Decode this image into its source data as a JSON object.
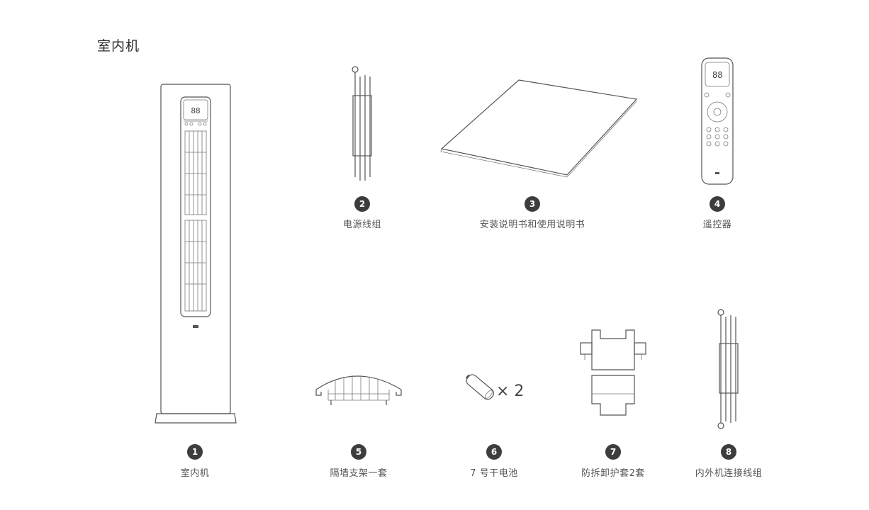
{
  "heading": "室内机",
  "items": [
    {
      "number": "1",
      "label": "室内机"
    },
    {
      "number": "2",
      "label": "电源线组"
    },
    {
      "number": "3",
      "label": "安装说明书和使用说明书"
    },
    {
      "number": "4",
      "label": "遥控器"
    },
    {
      "number": "5",
      "label": "隔墙支架一套"
    },
    {
      "number": "6",
      "label": "7 号干电池"
    },
    {
      "number": "7",
      "label": "防拆卸护套2套"
    },
    {
      "number": "8",
      "label": "内外机连接线组"
    }
  ],
  "battery_quantity": "× 2",
  "display_digits": "88",
  "icons": [
    "indoor-unit-icon",
    "power-cable-icon",
    "manual-icon",
    "remote-control-icon",
    "wall-bracket-icon",
    "battery-icon",
    "protective-sleeve-icon",
    "connection-cable-icon"
  ]
}
